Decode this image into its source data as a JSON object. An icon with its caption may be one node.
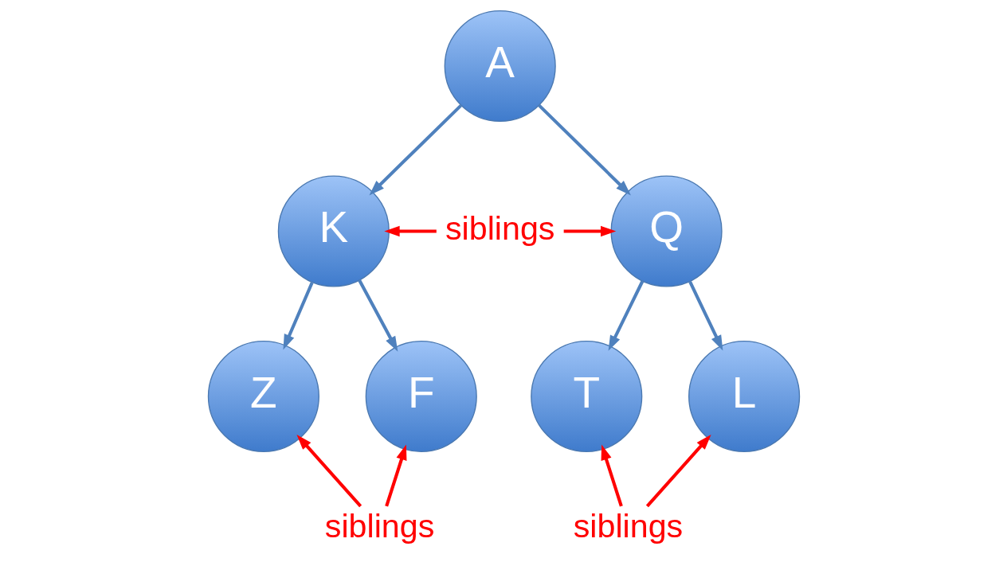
{
  "diagram": {
    "nodes": [
      {
        "text": [
          "A"
        ]
      },
      {
        "text": [
          "K"
        ]
      },
      {
        "text": [
          "siblings"
        ]
      },
      {
        "text": [
          "Q"
        ]
      },
      {
        "text": [
          "Z"
        ]
      },
      {
        "text": [
          "F"
        ]
      },
      {
        "text": [
          "T"
        ]
      },
      {
        "text": [
          "L"
        ]
      },
      {
        "text": [
          "siblings"
        ]
      },
      {
        "text": [
          "siblings"
        ]
      }
    ],
    "edges": [
      {
        "from": 0,
        "to": 1,
        "arrow": "to"
      },
      {
        "from": 0,
        "to": 3,
        "arrow": "to"
      },
      {
        "from": 2,
        "to": 1,
        "arrow": "to",
        "color": "#ff0000"
      },
      {
        "from": 2,
        "to": 3,
        "arrow": "to",
        "color": "#ff0000"
      },
      {
        "from": 1,
        "to": 4,
        "arrow": "to"
      },
      {
        "from": 1,
        "to": 5,
        "arrow": "to"
      },
      {
        "from": 3,
        "to": 6,
        "arrow": "to"
      },
      {
        "from": 3,
        "to": 7,
        "arrow": "to"
      },
      {
        "from": 8,
        "to": 4,
        "arrow": "to",
        "color": "#ff0000"
      },
      {
        "from": 8,
        "to": 5,
        "arrow": "to",
        "color": "#ff0000"
      },
      {
        "from": 9,
        "to": 6,
        "arrow": "to",
        "color": "#ff0000"
      },
      {
        "from": 9,
        "to": 7,
        "arrow": "to",
        "color": "#ff0000"
      }
    ]
  }
}
